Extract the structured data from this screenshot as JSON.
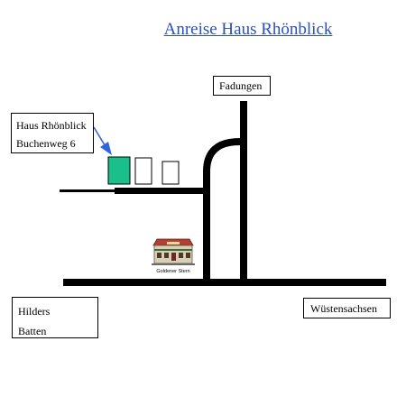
{
  "title": "Anreise Haus Rhönblick",
  "colors": {
    "title": "#2a4fc4",
    "house": "#1bbf8c",
    "arrow": "#2f63e0",
    "road": "#000000"
  },
  "labels": {
    "fadungen": "Fadungen",
    "haus_name": "Haus Rhönblick",
    "haus_street": "Buchenweg 6",
    "hilders": "Hilders",
    "batten": "Batten",
    "wuestensachsen": "Wüstensachsen",
    "hotel_sign": "Goldener Stern"
  },
  "icons": {
    "hotel": "hotel-building-icon",
    "arrow": "arrow-icon"
  }
}
